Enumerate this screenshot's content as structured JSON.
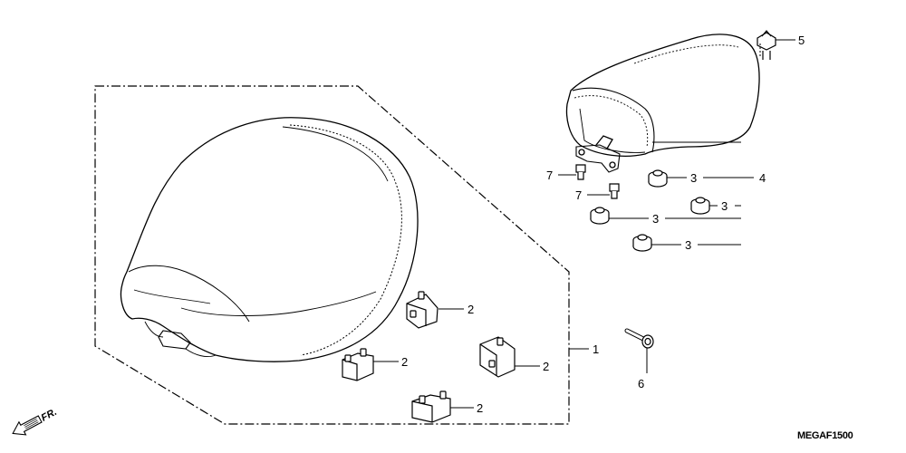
{
  "diagram": {
    "diagram_code": "MEGAF1500",
    "front_indicator": "FR.",
    "callouts": {
      "c1": "1",
      "c2a": "2",
      "c2b": "2",
      "c2c": "2",
      "c2d": "2",
      "c3a": "3",
      "c3b": "3",
      "c3c": "3",
      "c3d": "3",
      "c4": "4",
      "c5": "5",
      "c6": "6",
      "c7a": "7",
      "c7b": "7"
    }
  }
}
